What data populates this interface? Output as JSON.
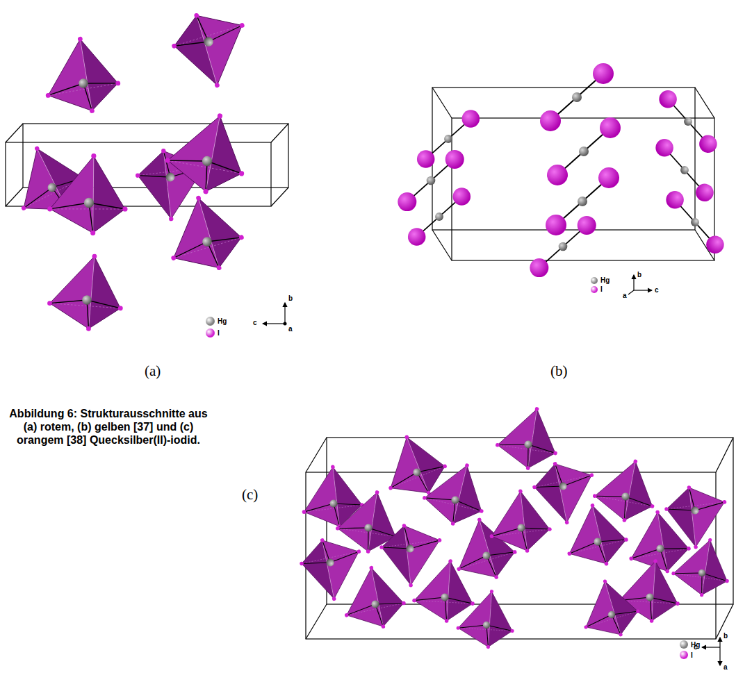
{
  "diagram": {
    "caption": "Abbildung 6: Strukturausschnitte aus (a) rotem, (b) gelben [37] und (c) orangem [38] Quecksilber(II)-iodid.",
    "labels": [
      "(a)",
      "(b)",
      "(c)",
      "b",
      "c",
      "a",
      "b",
      "a",
      "c",
      "c",
      "b",
      "a"
    ],
    "legend": [
      {
        "text": "Hg",
        "color": "#808080"
      },
      {
        "text": "I",
        "color": "#d020d0"
      },
      {
        "text": "Hg",
        "color": "#808080"
      },
      {
        "text": "I",
        "color": "#d020d0"
      },
      {
        "text": "Hg",
        "color": "#808080"
      },
      {
        "text": "I",
        "color": "#d020d0"
      }
    ]
  }
}
